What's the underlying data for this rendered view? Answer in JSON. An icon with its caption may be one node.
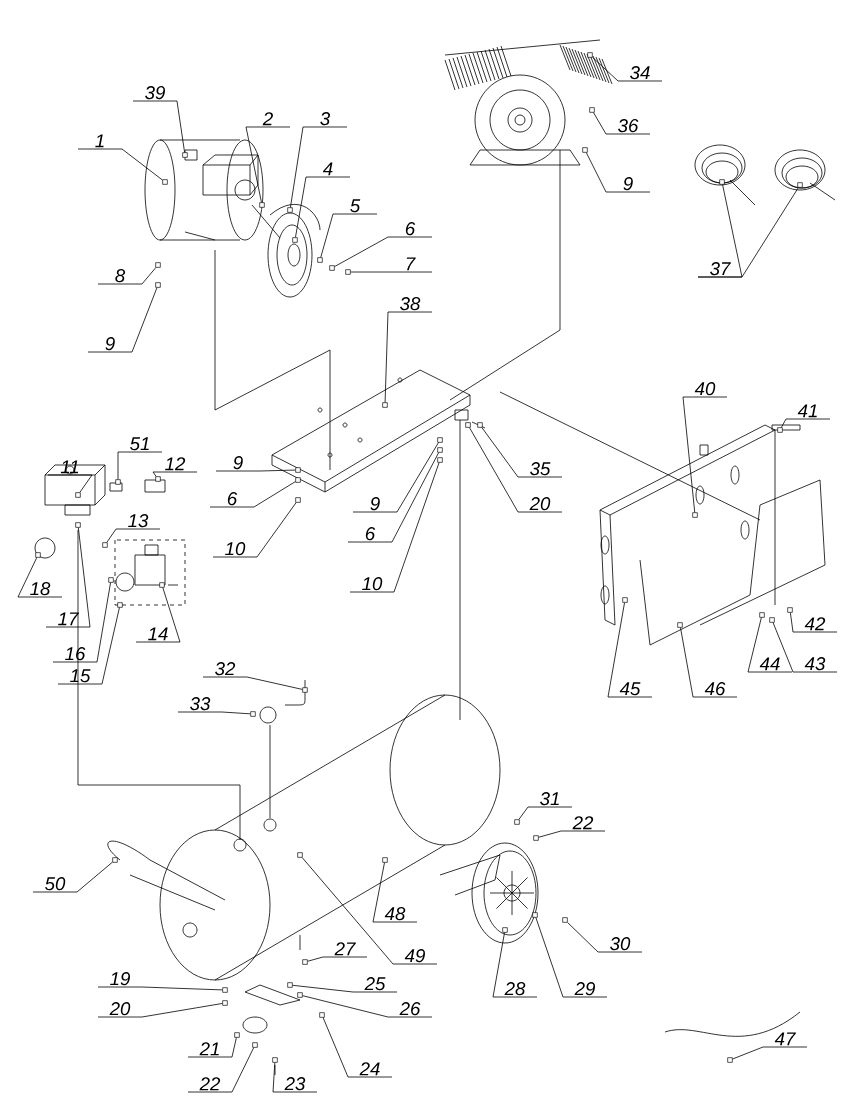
{
  "diagram": {
    "nodes": [
      {
        "text": [
          "1"
        ]
      },
      {
        "text": [
          "39"
        ]
      },
      {
        "text": [
          "2"
        ]
      },
      {
        "text": [
          "3"
        ]
      },
      {
        "text": [
          "4"
        ]
      },
      {
        "text": [
          "5"
        ]
      },
      {
        "text": [
          "6"
        ]
      },
      {
        "text": [
          "7"
        ]
      },
      {
        "text": [
          "8"
        ]
      },
      {
        "text": [
          "9"
        ]
      },
      {
        "text": [
          "34"
        ]
      },
      {
        "text": [
          "36"
        ]
      },
      {
        "text": [
          "9"
        ]
      },
      {
        "text": [
          "37"
        ]
      },
      {
        "text": [
          "38"
        ]
      },
      {
        "text": [
          "9"
        ]
      },
      {
        "text": [
          "6"
        ]
      },
      {
        "text": [
          "10"
        ]
      },
      {
        "text": [
          "9"
        ]
      },
      {
        "text": [
          "6"
        ]
      },
      {
        "text": [
          "10"
        ]
      },
      {
        "text": [
          "35"
        ]
      },
      {
        "text": [
          "20"
        ]
      },
      {
        "text": [
          "40"
        ]
      },
      {
        "text": [
          "41"
        ]
      },
      {
        "text": [
          "11"
        ]
      },
      {
        "text": [
          "51"
        ]
      },
      {
        "text": [
          "12"
        ]
      },
      {
        "text": [
          "13"
        ]
      },
      {
        "text": [
          "18"
        ]
      },
      {
        "text": [
          "17"
        ]
      },
      {
        "text": [
          "16"
        ]
      },
      {
        "text": [
          "15"
        ]
      },
      {
        "text": [
          "14"
        ]
      },
      {
        "text": [
          "32"
        ]
      },
      {
        "text": [
          "33"
        ]
      },
      {
        "text": [
          "42"
        ]
      },
      {
        "text": [
          "43"
        ]
      },
      {
        "text": [
          "44"
        ]
      },
      {
        "text": [
          "45"
        ]
      },
      {
        "text": [
          "46"
        ]
      },
      {
        "text": [
          "31"
        ]
      },
      {
        "text": [
          "22"
        ]
      },
      {
        "text": [
          "50"
        ]
      },
      {
        "text": [
          "49"
        ]
      },
      {
        "text": [
          "48"
        ]
      },
      {
        "text": [
          "27"
        ]
      },
      {
        "text": [
          "25"
        ]
      },
      {
        "text": [
          "26"
        ]
      },
      {
        "text": [
          "24"
        ]
      },
      {
        "text": [
          "19"
        ]
      },
      {
        "text": [
          "20"
        ]
      },
      {
        "text": [
          "21"
        ]
      },
      {
        "text": [
          "22"
        ]
      },
      {
        "text": [
          "23"
        ]
      },
      {
        "text": [
          "28"
        ]
      },
      {
        "text": [
          "29"
        ]
      },
      {
        "text": [
          "30"
        ]
      },
      {
        "text": [
          "47"
        ]
      },
      {
        "text": [],
        "shape": "box"
      },
      {
        "text": [],
        "shape": "box"
      },
      {
        "text": [],
        "shape": "box"
      },
      {
        "text": [],
        "shape": "box"
      },
      {
        "text": [],
        "shape": "box"
      },
      {
        "text": [],
        "shape": "box"
      },
      {
        "text": [],
        "shape": "box"
      },
      {
        "text": [],
        "shape": "box"
      },
      {
        "text": [],
        "shape": "box"
      },
      {
        "text": [],
        "shape": "box"
      },
      {
        "text": [],
        "shape": "box"
      },
      {
        "text": [],
        "shape": "box"
      },
      {
        "text": [],
        "shape": "box"
      },
      {
        "text": [],
        "shape": "box"
      },
      {
        "text": [],
        "shape": "box"
      },
      {
        "text": [],
        "shape": "box"
      },
      {
        "text": [],
        "shape": "box"
      },
      {
        "text": [],
        "shape": "box"
      },
      {
        "text": [],
        "shape": "box"
      },
      {
        "text": [],
        "shape": "box"
      },
      {
        "text": [],
        "shape": "box"
      },
      {
        "text": [],
        "shape": "box"
      },
      {
        "text": [],
        "shape": "box"
      },
      {
        "text": [],
        "shape": "box"
      },
      {
        "text": [],
        "shape": "box"
      },
      {
        "text": [],
        "shape": "box"
      },
      {
        "text": [],
        "shape": "box"
      },
      {
        "text": [],
        "shape": "box"
      },
      {
        "text": [],
        "shape": "box"
      },
      {
        "text": [],
        "shape": "box"
      },
      {
        "text": [],
        "shape": "box"
      },
      {
        "text": [],
        "shape": "box"
      },
      {
        "text": [],
        "shape": "box"
      },
      {
        "text": [],
        "shape": "box"
      },
      {
        "text": [],
        "shape": "box"
      },
      {
        "text": [],
        "shape": "box"
      },
      {
        "text": [],
        "shape": "box"
      },
      {
        "text": [],
        "shape": "box"
      },
      {
        "text": [],
        "shape": "box"
      },
      {
        "text": [],
        "shape": "box"
      },
      {
        "text": [],
        "shape": "box"
      },
      {
        "text": [],
        "shape": "box"
      },
      {
        "text": [],
        "shape": "box"
      },
      {
        "text": [],
        "shape": "box"
      },
      {
        "text": [],
        "shape": "box"
      },
      {
        "text": [],
        "shape": "box"
      },
      {
        "text": [],
        "shape": "box"
      },
      {
        "text": [],
        "shape": "box"
      },
      {
        "text": [],
        "shape": "box"
      },
      {
        "text": [],
        "shape": "box"
      },
      {
        "text": [],
        "shape": "box"
      },
      {
        "text": [],
        "shape": "box"
      },
      {
        "text": [],
        "shape": "box"
      },
      {
        "text": [],
        "shape": "box"
      },
      {
        "text": [],
        "shape": "box"
      },
      {
        "text": [],
        "shape": "box"
      },
      {
        "text": [],
        "shape": "box"
      },
      {
        "text": [],
        "shape": "box"
      },
      {
        "text": [],
        "shape": "box"
      },
      {
        "text": [],
        "shape": "box"
      }
    ],
    "edges": [
      {
        "from": 0,
        "to": 59,
        "arrow": "none"
      },
      {
        "from": 1,
        "to": 60,
        "arrow": "none"
      },
      {
        "from": 2,
        "to": 61,
        "arrow": "none"
      },
      {
        "from": 3,
        "to": 62,
        "arrow": "none"
      },
      {
        "from": 4,
        "to": 63,
        "arrow": "none"
      },
      {
        "from": 5,
        "to": 64,
        "arrow": "none"
      },
      {
        "from": 6,
        "to": 65,
        "arrow": "none"
      },
      {
        "from": 7,
        "to": 66,
        "arrow": "none"
      },
      {
        "from": 8,
        "to": 67,
        "arrow": "none"
      },
      {
        "from": 9,
        "to": 68,
        "arrow": "none"
      },
      {
        "from": 10,
        "to": 69,
        "arrow": "none"
      },
      {
        "from": 11,
        "to": 70,
        "arrow": "none"
      },
      {
        "from": 12,
        "to": 71,
        "arrow": "none"
      },
      {
        "from": 13,
        "to": 72,
        "arrow": "none"
      },
      {
        "from": 14,
        "to": 73,
        "arrow": "none"
      },
      {
        "from": 15,
        "to": 74,
        "arrow": "none"
      },
      {
        "from": 16,
        "to": 75,
        "arrow": "none"
      },
      {
        "from": 17,
        "to": 76,
        "arrow": "none"
      },
      {
        "from": 18,
        "to": 77,
        "arrow": "none"
      },
      {
        "from": 19,
        "to": 78,
        "arrow": "none"
      },
      {
        "from": 20,
        "to": 79,
        "arrow": "none"
      },
      {
        "from": 21,
        "to": 80,
        "arrow": "none"
      },
      {
        "from": 22,
        "to": 81,
        "arrow": "none"
      },
      {
        "from": 23,
        "to": 82,
        "arrow": "none"
      },
      {
        "from": 24,
        "to": 83,
        "arrow": "none"
      },
      {
        "from": 25,
        "to": 84,
        "arrow": "none"
      },
      {
        "from": 26,
        "to": 85,
        "arrow": "none"
      },
      {
        "from": 27,
        "to": 86,
        "arrow": "none"
      },
      {
        "from": 28,
        "to": 87,
        "arrow": "none"
      },
      {
        "from": 29,
        "to": 88,
        "arrow": "none"
      },
      {
        "from": 30,
        "to": 89,
        "arrow": "none"
      },
      {
        "from": 31,
        "to": 90,
        "arrow": "none"
      },
      {
        "from": 32,
        "to": 91,
        "arrow": "none"
      },
      {
        "from": 33,
        "to": 92,
        "arrow": "none"
      },
      {
        "from": 34,
        "to": 93,
        "arrow": "none"
      },
      {
        "from": 35,
        "to": 94,
        "arrow": "none"
      },
      {
        "from": 36,
        "to": 95,
        "arrow": "none"
      },
      {
        "from": 37,
        "to": 96,
        "arrow": "none"
      },
      {
        "from": 38,
        "to": 97,
        "arrow": "none"
      },
      {
        "from": 39,
        "to": 98,
        "arrow": "none"
      },
      {
        "from": 40,
        "to": 99,
        "arrow": "none"
      },
      {
        "from": 41,
        "to": 100,
        "arrow": "none"
      },
      {
        "from": 42,
        "to": 101,
        "arrow": "none"
      },
      {
        "from": 43,
        "to": 102,
        "arrow": "none"
      },
      {
        "from": 44,
        "to": 103,
        "arrow": "none"
      },
      {
        "from": 45,
        "to": 104,
        "arrow": "none"
      },
      {
        "from": 46,
        "to": 105,
        "arrow": "none"
      },
      {
        "from": 47,
        "to": 106,
        "arrow": "none"
      },
      {
        "from": 48,
        "to": 107,
        "arrow": "none"
      },
      {
        "from": 49,
        "to": 108,
        "arrow": "none"
      },
      {
        "from": 50,
        "to": 109,
        "arrow": "none"
      },
      {
        "from": 51,
        "to": 110,
        "arrow": "none"
      },
      {
        "from": 52,
        "to": 111,
        "arrow": "none"
      },
      {
        "from": 53,
        "to": 112,
        "arrow": "none"
      },
      {
        "from": 54,
        "to": 113,
        "arrow": "none"
      },
      {
        "from": 55,
        "to": 114,
        "arrow": "none"
      },
      {
        "from": 56,
        "to": 115,
        "arrow": "none"
      },
      {
        "from": 57,
        "to": 116,
        "arrow": "none"
      },
      {
        "from": 58,
        "to": 117,
        "arrow": "none"
      },
      {
        "from": 13,
        "to": 118,
        "arrow": "none"
      }
    ]
  }
}
